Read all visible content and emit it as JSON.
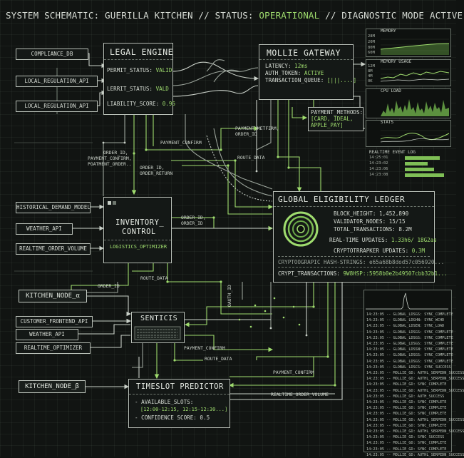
{
  "header": {
    "prefix": "SYSTEM SCHEMATIC: GUERILLA KITCHEN // STATUS: ",
    "status": "OPERATIONAL",
    "suffix": " // DIAGNOSTIC MODE ACTIVE"
  },
  "sources": {
    "compliance_db": "COMPLIANCE_DB",
    "local_regulation_api_1": "LOCAL_REGULATION_API",
    "local_regulation_api_2": "LOCAL_REGULATION_API",
    "historical_demand_model": "HISTORICAL_DEMAND_MODEL",
    "weather_api_1": "WEATHER_API",
    "realtime_order_volume": "REALTIME_ORDER_VOLUME",
    "customer_frontend_api": "CUSTOMER_FRONTEND_API",
    "weather_api_2": "WEATHER_API",
    "realtime_optimizer": "REALTIME_OPTIMIZER",
    "kitchen_node_alpha": "KITCHEN_NODE_α",
    "kitchen_node_beta": "KITCHEN_NODE_β"
  },
  "legal_engine": {
    "title": "LEGAL ENGINE",
    "permit_label": "PERMIT_STATUS:",
    "permit_value": "VALID",
    "lerrit_label": "LERRIT_STATUS:",
    "lerrit_value": "VALD",
    "liability_label": "LIABILITY_SCORE:",
    "liability_value": "0.95"
  },
  "mollie_gateway": {
    "title": "MOLLIE GATEWAY",
    "latency_label": "LATENCY:",
    "latency_value": "12ms",
    "auth_label": "AUTH_TOKEN:",
    "auth_value": "ACTIVE",
    "queue_label": "TRANSACTION_QUEUE:",
    "queue_value": "[|||....]"
  },
  "payment_methods": {
    "label": "PAYMENT_METHODS:",
    "line1": "[CARD, IDEAL,",
    "line2": "APPLE_PAY]"
  },
  "ledger": {
    "title": "GLOBAL ELIGIBILITY LEDGER",
    "block_height": "BLOCK_HEIGHT: 1,452,890",
    "validator_nodes": "VALIDATOR_NODES: 15/15",
    "total_transactions": "TOTAL_TRANSACTIONS: 8.2M",
    "realtime_label": "REAL-TIME UPDATES:",
    "realtime_value": "1.33h6/ 18G2as",
    "crypto_updates_label": "CRYPTOTRRAPKER UPDATES:",
    "crypto_updates_value": "0.3M",
    "hash_label": "CRYPTOOGRAPIC HASH-STRINGS:",
    "hash_value": "e65a68b8dod57c056920...",
    "crypt_label": "CRYPT_TRANSACTIONS:",
    "crypt_value": "9W8HSP::5958b0e2b49507cbb32b1..."
  },
  "inventory": {
    "title1": "INVENTORY_",
    "title2": "CONTROL",
    "sub": "LOGISTICS_OPTIMIZER"
  },
  "sentics": {
    "title": "SENTICIS"
  },
  "timeslot": {
    "title": "TIMESLOT PREDICTOR",
    "slots_label": "- AVAILABLE_SLOTS:",
    "slots_value": "[12:00-12:15, 12:15-12:30...]",
    "confidence": "- CONFIDENCE SCORE: 0.5"
  },
  "edge_labels": {
    "payment_confirm_1": "PAYMENT_CONFIRM",
    "payment_method_order": "PAYMENT_METFIRM,",
    "payment_method_order2": "ORDER_ID",
    "order_id_stack_1": "ORDER_ID,",
    "order_id_stack_2": "PAYMENT_CONFIRM,",
    "order_id_stack_3": "POATMENT_ORDER..",
    "order_id_return_1": "ORDER_ID,",
    "order_id_return_2": "ORDER_RETURN",
    "route_data_1": "ROUTE_DATA",
    "order_id_inv_1": "ORDER_ID,",
    "order_id_inv_2": "ORDER_ID",
    "route_data_2": "ROUTE_DATA",
    "order_id_left": "ORDER_ID",
    "oauth_id": "OAUTH_ID",
    "payment_confirm_2": "PAYMENT_CONFIRM",
    "route_data_3": "ROUTE_DATA",
    "payment_confirm_3": "PAYMENT_CONFIRM",
    "realtime_order_volume": "REALTIME_ORDER_VOLUME"
  },
  "monitors": {
    "memory_title": "MEMORY",
    "memory_ticks": [
      "28M",
      "20M",
      "80M",
      "60M"
    ],
    "memory_usage_title": "MEMORY USAGE",
    "usage_ticks": [
      "12M",
      "8M",
      "4M",
      "0K"
    ],
    "cpu_title": "CPU LOAD",
    "stats_title": "STATS",
    "event_title": "REALTIME EVENT LOG",
    "events": [
      "14:25:01",
      "14:23:02",
      "14:23:06",
      "14:23:08"
    ],
    "event_levels": [
      0.85,
      0.55,
      0.7,
      0.95
    ]
  },
  "log": [
    "14:23:05 -- GLOBAL_LDSGS: SYNC_COMPLETE",
    "14:23:05 -- GLOBAL_LDGHN: SYNC_WCHD",
    "14:23:05 -- GLOBAL_LDSEN: SYNC_LOAD",
    "14:23:05 -- GLOBAL_LDSGS: SYNC_COMPLETE",
    "14:23:05 -- GLOBAL_LDSGS: SYNC_COMPLETE",
    "14:23:05 -- GLOBAL_LDSGS: SYNC_COMPLETE",
    "14:23:05 -- GLOBAL_LDSSN: SYNC_COMPLETE",
    "14:23:05 -- GLOBAL_LDSGS: SYNC_COMPLETE",
    "14:23:05 -- GLOBAL_LDSGS: SYNC_COMPLETE",
    "14:23:05 -- GLOBAL_LDSCS: SYNC_SUCCESS",
    "14:23:05 -- MOLLIE_GD: AUTHL_SERPEDN_SUCCESS",
    "14:23:05 -- MOLLIE_GD: AUTHL_SERPEDN_SUCCESS",
    "14:23:05 -- MOLLIE_GD: SYNC_COMPLETE",
    "14:23:05 -- MOLLIE_GD: AUTHL_SERPEDN_SUCCESS",
    "14:23:05 -- MOLLIE_GD: AUTH_SUCCESS",
    "14:23:05 -- MOLLIE_GD: SYNC_COMPLETE",
    "14:23:05 -- MOLLIE_GD: SYNC_COMPLETE",
    "14:23:05 -- MOLLIE_GD: SYNC_COMPLETE",
    "14:23:05 -- MOLLIE_GD: AUTHL_SERPEDN_SUCCESS",
    "14:23:05 -- MOLLIE_GD: SYNC_COMPLETE",
    "14:23:05 -- MOLLIE_GD: AUTHL_SERPEDN_SUCCESS",
    "14:23:05 -- MOLLIE_GD: SYNC_SUCCESS",
    "14:23:05 -- MOLLIE_GD: SYNC_COMPLETE",
    "14:23:05 -- MOLLIE_GD: SYNC_COMPLETE",
    "14:23:05 -- MOLLIE_GD: AUTHL_SERPEDN_SUCCESS"
  ],
  "colors": {
    "accent": "#9fdc6e",
    "box_border": "#b9c0b8",
    "wire_gray": "#9aa39a",
    "background": "#111412"
  }
}
